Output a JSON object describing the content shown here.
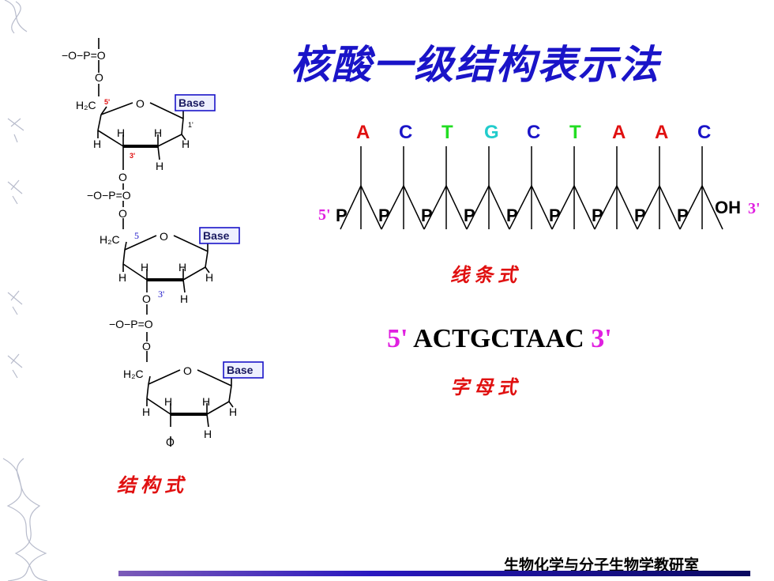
{
  "slide": {
    "title": "核酸一级结构表示法",
    "footer": "生物化学与分子生物学教研室"
  },
  "structure": {
    "caption": "结构式",
    "base_label": "Base",
    "phosphate_top": "−O−P=O",
    "phosphate_mid": "−O−P=O",
    "h2c": "H₂C",
    "h": "H",
    "o": "O",
    "label_5prime_first": "5'",
    "label_3prime_first": "3'",
    "label_1prime": "1'",
    "label_5_second": "5",
    "label_3_second": "3'"
  },
  "stick": {
    "caption": "线条式",
    "bases": [
      {
        "letter": "A",
        "color": "#e01010"
      },
      {
        "letter": "C",
        "color": "#1a14c8"
      },
      {
        "letter": "T",
        "color": "#22dd22"
      },
      {
        "letter": "G",
        "color": "#22cccc"
      },
      {
        "letter": "C",
        "color": "#1a14c8"
      },
      {
        "letter": "T",
        "color": "#22dd22"
      },
      {
        "letter": "A",
        "color": "#e01010"
      },
      {
        "letter": "A",
        "color": "#e01010"
      },
      {
        "letter": "C",
        "color": "#1a14c8"
      }
    ],
    "p_label": "P",
    "left_end": "5'",
    "oh": "OH",
    "right_end": "3'"
  },
  "letter_formula": {
    "left_end": "5'",
    "sequence": "ACTGCTAAC",
    "right_end": "3'",
    "caption": "字母式"
  },
  "colors": {
    "title": "#1a14c8",
    "caption": "#e01010",
    "end_label": "#e020e0",
    "base_box_border": "#1a14c8"
  }
}
